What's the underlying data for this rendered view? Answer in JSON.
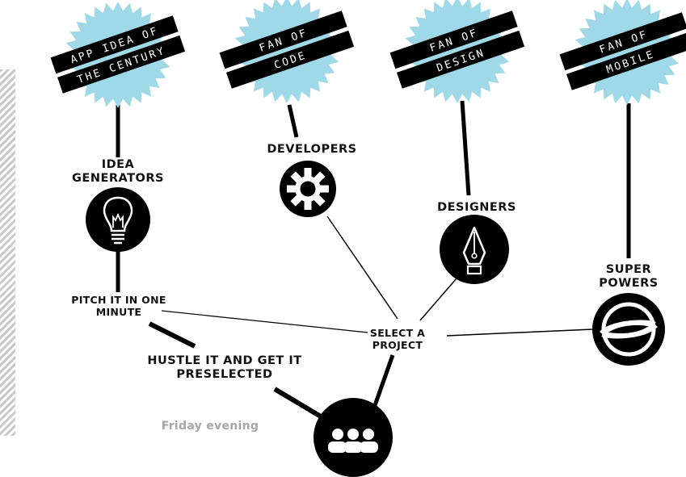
{
  "colors": {
    "badge": "#9fd9e8",
    "ribbon": "#000000",
    "ribbon_text": "#ffffff",
    "line": "#000000",
    "muted": "#a6a6a6"
  },
  "badges": [
    {
      "line1": "APP IDEA OF",
      "line2": "THE CENTURY"
    },
    {
      "line1": "FAN OF",
      "line2": "CODE"
    },
    {
      "line1": "FAN OF",
      "line2": "DESIGN"
    },
    {
      "line1": "FAN OF",
      "line2": "MOBILE"
    }
  ],
  "roles": {
    "idea_generators": {
      "line1": "IDEA",
      "line2": "GENERATORS",
      "icon": "lightbulb-icon"
    },
    "developers": {
      "label": "DEVELOPERS",
      "icon": "gear-icon"
    },
    "designers": {
      "label": "DESIGNERS",
      "icon": "pen-nib-icon"
    },
    "super_powers": {
      "line1": "SUPER",
      "line2": "POWERS",
      "icon": "superpower-logo-icon"
    }
  },
  "steps": {
    "pitch": {
      "line1": "PITCH IT IN ONE",
      "line2": "MINUTE"
    },
    "select": {
      "line1": "SELECT A",
      "line2": "PROJECT"
    },
    "hustle": {
      "line1": "HUSTLE IT AND GET IT",
      "line2": "PRESELECTED"
    },
    "team_icon": "group-of-people-icon"
  },
  "timeline": {
    "label": "Friday evening"
  }
}
